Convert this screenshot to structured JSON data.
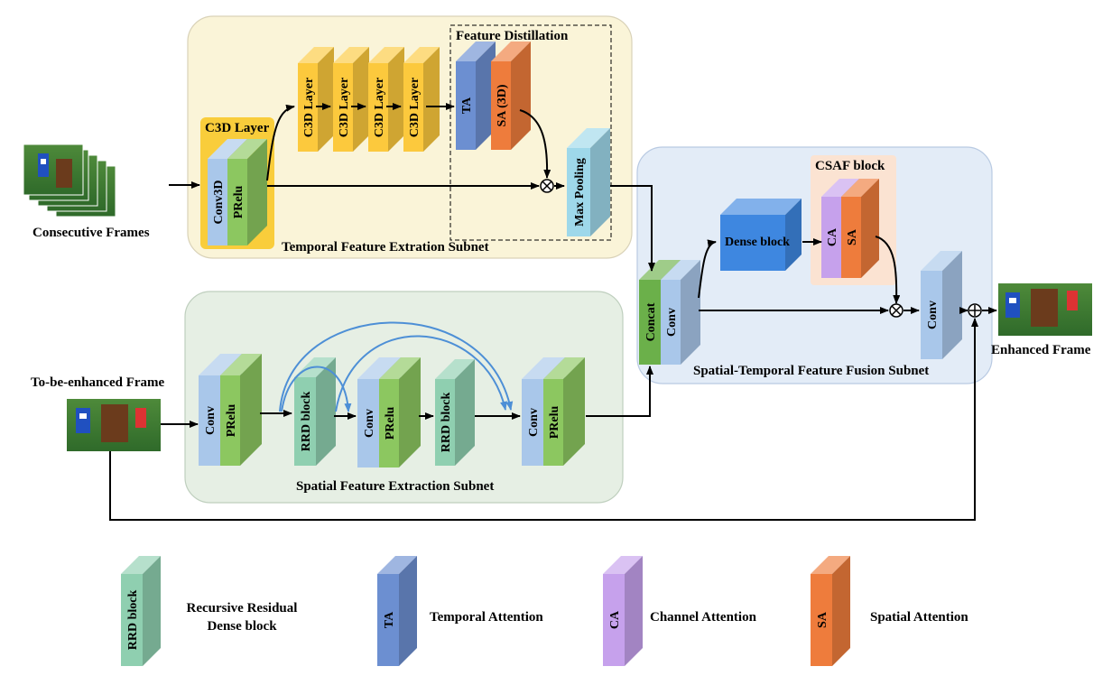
{
  "colors": {
    "temporal_bg": "#faf4d8",
    "spatial_bg": "#e6efe4",
    "fusion_bg": "#e3ecf7",
    "c3d_highlight": "#f9cd3b",
    "csaf_bg": "#fbe3d2",
    "conv_blue": "#a9c7ea",
    "prelu_green": "#8cc760",
    "c3d_yellow": "#fcc93d",
    "ta_blue": "#6c8fd1",
    "sa_orange": "#ee7c3c",
    "maxpool_cyan": "#9ed8ea",
    "rrd_teal": "#8fcfb0",
    "dense_blue": "#3e87e0",
    "ca_purple": "#c6a1ec",
    "concat_green": "#6bb04a",
    "skip_arrow": "#4d8fd6"
  },
  "inputs": {
    "consecutive_frames": "Consecutive Frames",
    "to_be_enhanced": "To-be-enhanced Frame"
  },
  "output": {
    "enhanced_frame": "Enhanced Frame"
  },
  "temporal_subnet": {
    "title": "Temporal Feature Extration Subnet",
    "c3d_layer_title": "C3D Layer",
    "conv3d": "Conv3D",
    "prelu": "PRelu",
    "c3d_layers": [
      "C3D Layer",
      "C3D Layer",
      "C3D Layer",
      "C3D Layer"
    ],
    "feature_distillation": {
      "title": "Feature Distillation",
      "ta": "TA",
      "sa3d": "SA (3D)",
      "max_pooling": "Max Pooling"
    }
  },
  "spatial_subnet": {
    "title": "Spatial Feature Extraction Subnet",
    "conv": "Conv",
    "prelu": "PRelu",
    "rrd": "RRD block"
  },
  "fusion_subnet": {
    "title": "Spatial-Temporal Feature Fusion Subnet",
    "concat": "Concat",
    "conv": "Conv",
    "dense_block": "Dense block",
    "csaf_title": "CSAF block",
    "ca": "CA",
    "sa": "SA",
    "out_conv": "Conv"
  },
  "legend": [
    {
      "abbr": "RRD block",
      "desc_line1": "Recursive Residual",
      "desc_line2": "Dense block",
      "color": "#8fcfb0"
    },
    {
      "abbr": "TA",
      "desc_line1": "Temporal Attention",
      "desc_line2": "",
      "color": "#6c8fd1"
    },
    {
      "abbr": "CA",
      "desc_line1": "Channel Attention",
      "desc_line2": "",
      "color": "#c6a1ec"
    },
    {
      "abbr": "SA",
      "desc_line1": "Spatial Attention",
      "desc_line2": "",
      "color": "#ee7c3c"
    }
  ]
}
